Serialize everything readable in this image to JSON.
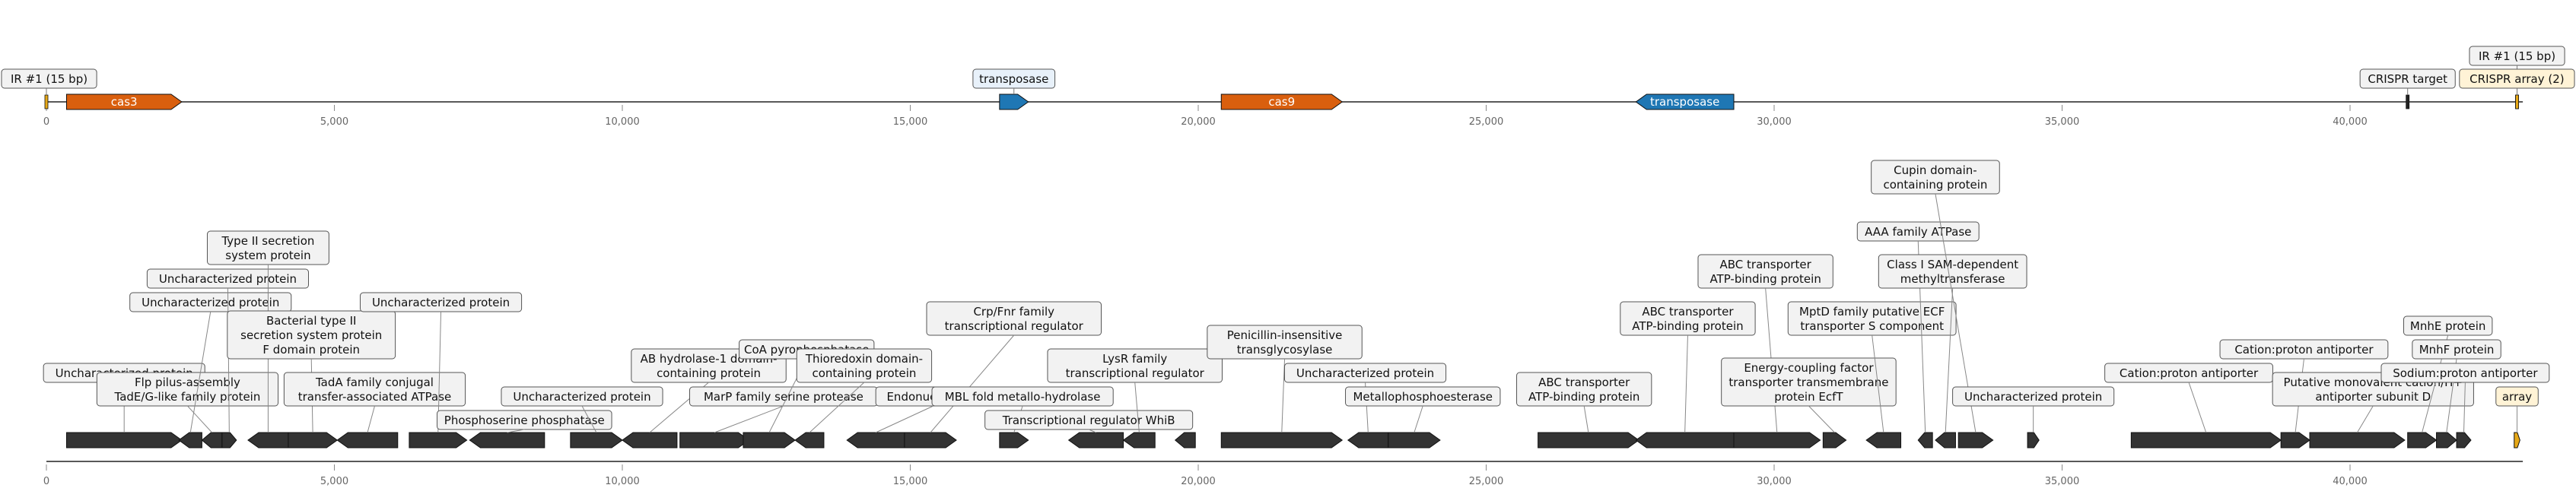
{
  "figure": {
    "colors": {
      "cas": "#d95f0e",
      "transposase": "#1f77b4",
      "ir": "#e6a817",
      "crispr": "#ffe9a8",
      "gene": "#333333",
      "track": "#222222",
      "label_box": "#f2f2f2",
      "label_border": "#555555",
      "tick_text": "#666666"
    },
    "tick_labels": [
      "0",
      "5,000",
      "10,000",
      "15,000",
      "20,000",
      "25,000",
      "30,000",
      "35,000",
      "40,000"
    ],
    "top_track": {
      "features": [
        {
          "start": 350,
          "end": 2350,
          "strand": 1,
          "color": "cas",
          "inside": "cas3"
        },
        {
          "start": 16550,
          "end": 17050,
          "strand": 1,
          "color": "transposase",
          "label": "transposase",
          "label_fill": "#e8f1fa"
        },
        {
          "start": 20400,
          "end": 22500,
          "strand": 1,
          "color": "cas",
          "inside": "cas9"
        },
        {
          "start": 27600,
          "end": 29300,
          "strand": -1,
          "color": "transposase",
          "inside": "transposase"
        }
      ],
      "markers": [
        {
          "pos": 0,
          "label": "IR #1 (15 bp)",
          "label_fill": "#f2f2f2",
          "level": 0
        },
        {
          "pos": 41000,
          "label": "CRISPR target",
          "label_fill": "#f2f2f2",
          "level": 0
        },
        {
          "pos": 42900,
          "label": "IR #1 (15 bp)",
          "label_fill": "#f2f2f2",
          "level": 1
        },
        {
          "pos": 42900,
          "label": "CRISPR array (2)",
          "label_fill": "#fff3d6",
          "level": 0
        }
      ]
    },
    "bottom_track": {
      "genes": [
        {
          "start": 350,
          "end": 2350,
          "strand": 1,
          "label": [
            "Uncharacterized protein"
          ],
          "label_x": 1350,
          "level": 1
        },
        {
          "start": 2700,
          "end": 3050,
          "strand": -1,
          "label": [
            "Flp pilus-assembly",
            "TadE/G-like family protein"
          ],
          "label_x": 2450,
          "level": 0
        },
        {
          "start": 2300,
          "end": 2700,
          "strand": -1,
          "label": [
            "Uncharacterized protein"
          ],
          "label_x": 2850,
          "level": 4
        },
        {
          "start": 3050,
          "end": 3300,
          "strand": 1,
          "label": [
            "Uncharacterized protein"
          ],
          "label_x": 3150,
          "level": 5
        },
        {
          "start": 3500,
          "end": 4200,
          "strand": -1,
          "label": [
            "Type II secretion",
            "system protein"
          ],
          "label_x": 3850,
          "level": 6
        },
        {
          "start": 4200,
          "end": 5050,
          "strand": 1,
          "label": [
            "Bacterial type II",
            "secretion system protein",
            "F domain protein"
          ],
          "label_x": 4600,
          "level": 2
        },
        {
          "start": 5050,
          "end": 6100,
          "strand": -1,
          "label": [
            "TadA family conjugal",
            "transfer-associated ATPase"
          ],
          "label_x": 5700,
          "level": 0
        },
        {
          "start": 6300,
          "end": 7300,
          "strand": 1,
          "label": [
            "Uncharacterized protein"
          ],
          "label_x": 6850,
          "level": 4
        },
        {
          "start": 7350,
          "end": 8650,
          "strand": -1,
          "label": [
            "Phosphoserine phosphatase"
          ],
          "label_x": 8300,
          "level": -1
        },
        {
          "start": 9100,
          "end": 10000,
          "strand": 1,
          "label": [
            "Uncharacterized protein"
          ],
          "label_x": 9300,
          "level": 0
        },
        {
          "start": 10000,
          "end": 10950,
          "strand": -1,
          "label": [
            "AB hydrolase-1 domain-",
            "containing protein"
          ],
          "label_x": 11500,
          "level": 1
        },
        {
          "start": 11000,
          "end": 12200,
          "strand": 1,
          "label": [
            "MarP family serine protease"
          ],
          "label_x": 12800,
          "level": 0
        },
        {
          "start": 12100,
          "end": 13000,
          "strand": 1,
          "label": [
            "CoA pyrophosphatase"
          ],
          "label_x": 13200,
          "level": 2
        },
        {
          "start": 13000,
          "end": 13500,
          "strand": -1,
          "label": [
            "Thioredoxin domain-",
            "containing protein"
          ],
          "label_x": 14200,
          "level": 1
        },
        {
          "start": 13900,
          "end": 14900,
          "strand": -1,
          "label": [
            "Endonuclease III"
          ],
          "label_x": 15400,
          "level": 0
        },
        {
          "start": 14900,
          "end": 15800,
          "strand": 1,
          "label": [
            "Crp/Fnr family",
            "transcriptional regulator"
          ],
          "label_x": 16800,
          "level": 3
        },
        {
          "start": 16550,
          "end": 17050,
          "strand": 1,
          "label": [
            "MBL fold metallo-hydrolase"
          ],
          "label_x": 16950,
          "level": 0
        },
        {
          "start": 17750,
          "end": 18700,
          "strand": -1,
          "label": [
            "Transcriptional regulator WhiB"
          ],
          "label_x": 18100,
          "level": -1
        },
        {
          "start": 18700,
          "end": 19250,
          "strand": -1,
          "label": [
            "LysR family",
            "transcriptional regulator"
          ],
          "label_x": 18900,
          "level": 1
        },
        {
          "start": 19600,
          "end": 19950,
          "strand": -1,
          "label": [
            "Transcriptional regulator WhiB"
          ],
          "label_x": 19600,
          "level": 0,
          "no_box": true
        },
        {
          "start": 20400,
          "end": 22500,
          "strand": 1,
          "label": [
            "Penicillin-insensitive",
            "transglycosylase"
          ],
          "label_x": 21500,
          "level": 2
        },
        {
          "start": 22600,
          "end": 23300,
          "strand": -1,
          "label": [
            "Uncharacterized protein"
          ],
          "label_x": 22900,
          "level": 1
        },
        {
          "start": 23300,
          "end": 24200,
          "strand": 1,
          "label": [
            "Metallophosphoesterase"
          ],
          "label_x": 23900,
          "level": 0
        },
        {
          "start": 25900,
          "end": 27650,
          "strand": 1,
          "label": [
            "ABC transporter",
            "ATP-binding protein"
          ],
          "label_x": 26700,
          "level": 0
        },
        {
          "start": 27600,
          "end": 29300,
          "strand": -1,
          "label": [
            "ABC transporter",
            "ATP-binding protein"
          ],
          "label_x": 28500,
          "level": 3
        },
        {
          "start": 29300,
          "end": 30800,
          "strand": 1,
          "label": [
            "ABC transporter",
            "ATP-binding protein"
          ],
          "label_x": 29850,
          "level": 5
        },
        {
          "start": 30850,
          "end": 31250,
          "strand": 1,
          "label": [
            "Energy-coupling factor",
            "transporter transmembrane",
            "protein EcfT"
          ],
          "label_x": 30600,
          "level": 0
        },
        {
          "start": 31600,
          "end": 32200,
          "strand": -1,
          "label": [
            "MptD family putative ECF",
            "transporter S component"
          ],
          "label_x": 31700,
          "level": 3
        },
        {
          "start": 32500,
          "end": 32750,
          "strand": -1,
          "label": [
            "AAA family ATPase"
          ],
          "label_x": 32500,
          "level": 7
        },
        {
          "start": 32800,
          "end": 33150,
          "strand": -1,
          "label": [
            "Class I SAM-dependent",
            "methyltransferase"
          ],
          "label_x": 33100,
          "level": 5
        },
        {
          "start": 33200,
          "end": 33800,
          "strand": 1,
          "label": [
            "Cupin domain-",
            "containing protein"
          ],
          "label_x": 32800,
          "level": 9
        },
        {
          "start": 34400,
          "end": 34600,
          "strand": 1,
          "label": [
            "Uncharacterized protein"
          ],
          "label_x": 34500,
          "level": 0
        },
        {
          "start": 36200,
          "end": 38800,
          "strand": 1,
          "label": [
            "Cation:proton antiporter"
          ],
          "label_x": 37200,
          "level": 1
        },
        {
          "start": 38800,
          "end": 39300,
          "strand": 1,
          "label": [
            "Cation:proton antiporter"
          ],
          "label_x": 39200,
          "level": 2
        },
        {
          "start": 39300,
          "end": 40950,
          "strand": 1,
          "label": [
            "Putative monovalent cation/H+",
            "antiporter subunit D"
          ],
          "label_x": 40400,
          "level": 0
        },
        {
          "start": 41000,
          "end": 41500,
          "strand": 1,
          "label": [
            "MnhE protein"
          ],
          "label_x": 41700,
          "level": 3
        },
        {
          "start": 41500,
          "end": 41850,
          "strand": 1,
          "label": [
            "MnhF protein"
          ],
          "label_x": 41850,
          "level": 2
        },
        {
          "start": 41850,
          "end": 42100,
          "strand": 1,
          "label": [
            "Sodium:proton antiporter"
          ],
          "label_x": 42000,
          "level": 1
        },
        {
          "start": 42850,
          "end": 42950,
          "strand": 1,
          "label": [
            "array"
          ],
          "label_x": 42900,
          "level": 0,
          "label_fill": "#fff3d6",
          "color": "ir"
        }
      ]
    }
  }
}
